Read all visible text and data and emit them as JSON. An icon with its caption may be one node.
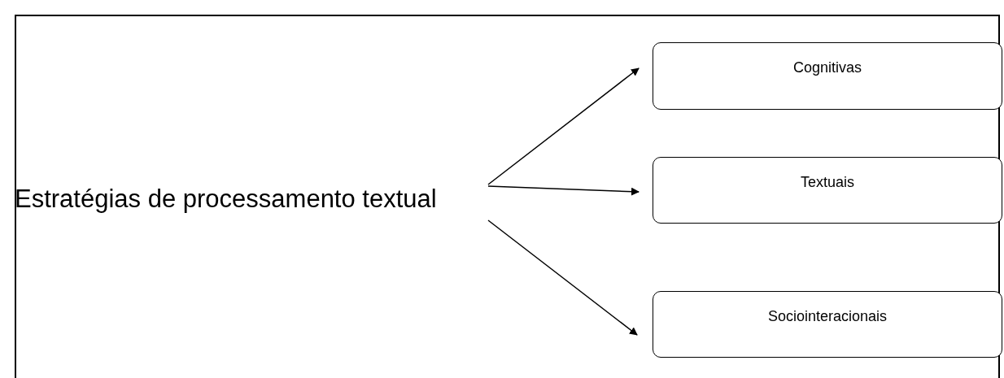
{
  "diagram": {
    "nodes": [
      {
        "text": [
          "Estratégias de processamento textual"
        ]
      },
      {
        "text": [
          "Cognitivas"
        ]
      },
      {
        "text": [
          "Textuais"
        ]
      },
      {
        "text": [
          "Sociointeracionais"
        ]
      }
    ],
    "edges": [
      {
        "from": 0,
        "to": 1,
        "arrow": "to"
      },
      {
        "from": 0,
        "to": 2,
        "arrow": "to"
      },
      {
        "from": 0,
        "to": 3,
        "arrow": "to"
      }
    ]
  }
}
